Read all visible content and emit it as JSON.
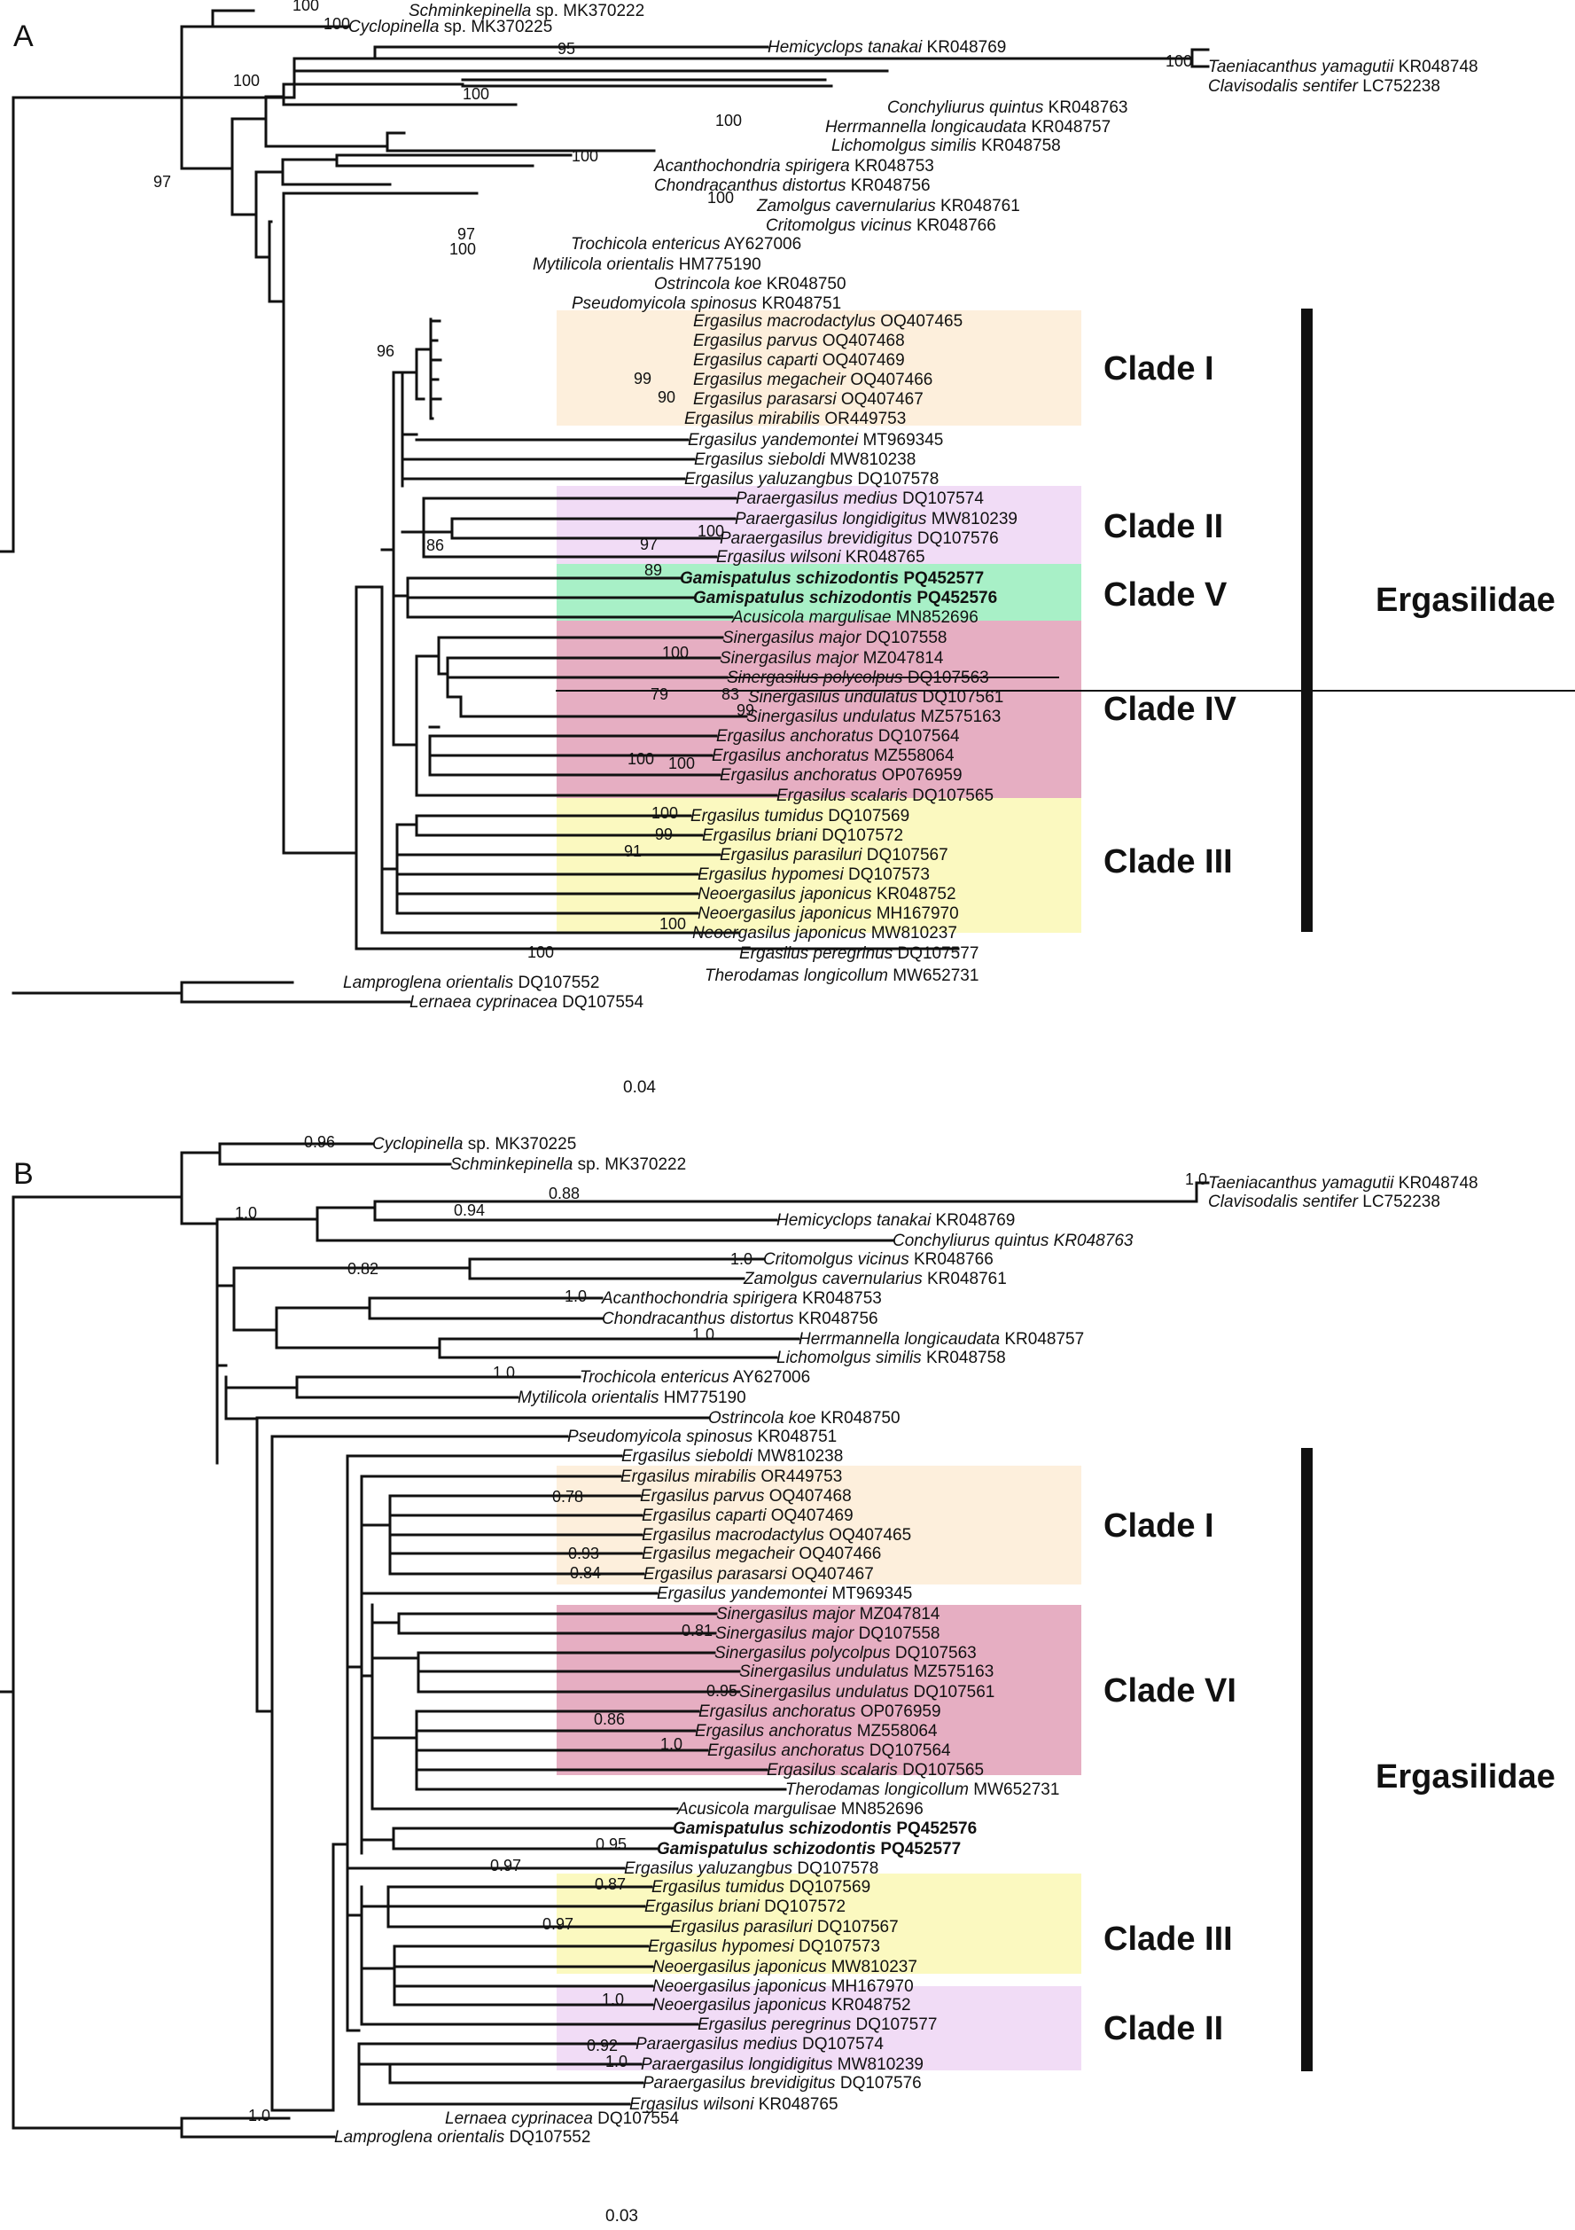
{
  "colors": {
    "cladeI": "#fdefdc",
    "cladeII": "#f1dcf6",
    "cladeV": "#a8f0c7",
    "cladeIV": "#e6aec2",
    "cladeIII": "#fbf9c0"
  },
  "panelA": {
    "label": "A",
    "family": "Ergasilidae",
    "scale": "0.04",
    "clades": [
      {
        "label": "Clade I",
        "color": "#fdefdc"
      },
      {
        "label": "Clade II",
        "color": "#f1dcf6"
      },
      {
        "label": "Clade V",
        "color": "#a8f0c7"
      },
      {
        "label": "Clade IV",
        "color": "#e6aec2"
      },
      {
        "label": "Clade III",
        "color": "#fbf9c0"
      }
    ],
    "taxa": [
      {
        "genus": "Schminkepinella",
        "rest": " sp. MK370222"
      },
      {
        "genus": "Cyclopinella",
        "rest": " sp. MK370225"
      },
      {
        "genus": "Hemicyclops tanakai",
        "rest": " KR048769"
      },
      {
        "genus": "Taeniacanthus yamagutii",
        "rest": " KR048748"
      },
      {
        "genus": "Clavisodalis sentifer",
        "rest": " LC752238"
      },
      {
        "genus": "Conchyliurus quintus",
        "rest": " KR048763"
      },
      {
        "genus": "Herrmannella longicaudata",
        "rest": " KR048757"
      },
      {
        "genus": "Lichomolgus similis",
        "rest": " KR048758"
      },
      {
        "genus": "Acanthochondria spirigera",
        "rest": " KR048753"
      },
      {
        "genus": "Chondracanthus distortus",
        "rest": " KR048756"
      },
      {
        "genus": "Zamolgus cavernularius",
        "rest": " KR048761"
      },
      {
        "genus": "Critomolgus vicinus",
        "rest": " KR048766"
      },
      {
        "genus": "Trochicola entericus",
        "rest": " AY627006"
      },
      {
        "genus": "Mytilicola orientalis",
        "rest": " HM775190"
      },
      {
        "genus": "Ostrincola koe",
        "rest": " KR048750"
      },
      {
        "genus": "Pseudomyicola spinosus",
        "rest": " KR048751"
      },
      {
        "genus": "Ergasilus macrodactylus",
        "rest": " OQ407465"
      },
      {
        "genus": "Ergasilus parvus",
        "rest": " OQ407468"
      },
      {
        "genus": "Ergasilus caparti",
        "rest": " OQ407469"
      },
      {
        "genus": "Ergasilus megacheir",
        "rest": " OQ407466"
      },
      {
        "genus": "Ergasilus parasarsi",
        "rest": " OQ407467"
      },
      {
        "genus": "Ergasilus mirabilis",
        "rest": " OR449753"
      },
      {
        "genus": "Ergasilus yandemontei",
        "rest": " MT969345"
      },
      {
        "genus": "Ergasilus sieboldi",
        "rest": " MW810238"
      },
      {
        "genus": "Ergasilus yaluzangbus",
        "rest": " DQ107578"
      },
      {
        "genus": "Paraergasilus medius",
        "rest": " DQ107574"
      },
      {
        "genus": "Paraergasilus longidigitus",
        "rest": " MW810239"
      },
      {
        "genus": "Paraergasilus brevidigitus",
        "rest": " DQ107576"
      },
      {
        "genus": "Ergasilus wilsoni",
        "rest": " KR048765"
      },
      {
        "genus": "Gamispatulus schizodontis",
        "rest": " PQ452577",
        "bold": true
      },
      {
        "genus": "Gamispatulus schizodontis",
        "rest": " PQ452576",
        "bold": true
      },
      {
        "genus": "Acusicola margulisae",
        "rest": " MN852696"
      },
      {
        "genus": "Sinergasilus major",
        "rest": " DQ107558"
      },
      {
        "genus": "Sinergasilus major",
        "rest": " MZ047814"
      },
      {
        "genus": "Sinergasilus polycolpus",
        "rest": " DQ107563"
      },
      {
        "genus": "Sinergasilus undulatus",
        "rest": " DQ107561"
      },
      {
        "genus": "Sinergasilus undulatus",
        "rest": " MZ575163"
      },
      {
        "genus": "Ergasilus anchoratus",
        "rest": " DQ107564"
      },
      {
        "genus": "Ergasilus anchoratus",
        "rest": " MZ558064"
      },
      {
        "genus": "Ergasilus anchoratus",
        "rest": " OP076959"
      },
      {
        "genus": "Ergasilus scalaris",
        "rest": " DQ107565"
      },
      {
        "genus": "Ergasilus tumidus",
        "rest": " DQ107569"
      },
      {
        "genus": "Ergasilus briani",
        "rest": " DQ107572"
      },
      {
        "genus": "Ergasilus parasiluri",
        "rest": " DQ107567"
      },
      {
        "genus": "Ergasilus hypomesi",
        "rest": " DQ107573"
      },
      {
        "genus": "Neoergasilus japonicus",
        "rest": " KR048752"
      },
      {
        "genus": "Neoergasilus japonicus",
        "rest": " MH167970"
      },
      {
        "genus": "Neoergasilus japonicus",
        "rest": " MW810237"
      },
      {
        "genus": "Ergasilus peregrinus",
        "rest": " DQ107577"
      },
      {
        "genus": "Therodamas longicollum",
        "rest": " MW652731"
      },
      {
        "genus": "Lamproglena orientalis",
        "rest": " DQ107552"
      },
      {
        "genus": "Lernaea cyprinacea",
        "rest": " DQ107554"
      }
    ],
    "support": [
      "100",
      "100",
      "95",
      "100",
      "100",
      "100",
      "100",
      "97",
      "100",
      "100",
      "97",
      "100",
      "96",
      "86",
      "100",
      "99",
      "90",
      "97",
      "100",
      "89",
      "100",
      "79",
      "83",
      "99",
      "100",
      "100",
      "100",
      "99",
      "91",
      "100",
      "100",
      "100"
    ]
  },
  "panelB": {
    "label": "B",
    "family": "Ergasilidae",
    "scale": "0.03",
    "clades": [
      {
        "label": "Clade I",
        "color": "#fdefdc"
      },
      {
        "label": "Clade VI",
        "color": "#e6aec2"
      },
      {
        "label": "Clade III",
        "color": "#fbf9c0"
      },
      {
        "label": "Clade II",
        "color": "#f1dcf6"
      }
    ],
    "taxa": [
      {
        "genus": "Cyclopinella",
        "rest": " sp. MK370225"
      },
      {
        "genus": "Schminkepinella",
        "rest": " sp. MK370222"
      },
      {
        "genus": "Taeniacanthus yamagutii",
        "rest": " KR048748"
      },
      {
        "genus": "Clavisodalis sentifer",
        "rest": " LC752238"
      },
      {
        "genus": "Hemicyclops tanakai",
        "rest": " KR048769"
      },
      {
        "genus": "Conchyliurus quintus",
        "rest": " KR048763",
        "allItalic": true
      },
      {
        "genus": "Critomolgus vicinus",
        "rest": " KR048766"
      },
      {
        "genus": "Zamolgus cavernularius",
        "rest": " KR048761"
      },
      {
        "genus": "Acanthochondria spirigera",
        "rest": " KR048753"
      },
      {
        "genus": "Chondracanthus distortus",
        "rest": " KR048756"
      },
      {
        "genus": "Herrmannella longicaudata",
        "rest": " KR048757"
      },
      {
        "genus": "Lichomolgus similis",
        "rest": " KR048758"
      },
      {
        "genus": "Trochicola entericus",
        "rest": " AY627006"
      },
      {
        "genus": "Mytilicola orientalis",
        "rest": " HM775190"
      },
      {
        "genus": "Ostrincola koe",
        "rest": " KR048750"
      },
      {
        "genus": "Pseudomyicola spinosus",
        "rest": " KR048751"
      },
      {
        "genus": "Ergasilus sieboldi",
        "rest": " MW810238"
      },
      {
        "genus": "Ergasilus mirabilis",
        "rest": " OR449753"
      },
      {
        "genus": "Ergasilus parvus",
        "rest": " OQ407468"
      },
      {
        "genus": "Ergasilus caparti",
        "rest": " OQ407469"
      },
      {
        "genus": "Ergasilus macrodactylus",
        "rest": " OQ407465"
      },
      {
        "genus": "Ergasilus megacheir",
        "rest": " OQ407466"
      },
      {
        "genus": "Ergasilus parasarsi",
        "rest": " OQ407467"
      },
      {
        "genus": "Ergasilus yandemontei",
        "rest": " MT969345"
      },
      {
        "genus": "Sinergasilus major",
        "rest": " MZ047814"
      },
      {
        "genus": "Sinergasilus major",
        "rest": " DQ107558"
      },
      {
        "genus": "Sinergasilus polycolpus",
        "rest": " DQ107563"
      },
      {
        "genus": "Sinergasilus undulatus",
        "rest": " MZ575163"
      },
      {
        "genus": "Sinergasilus undulatus",
        "rest": " DQ107561"
      },
      {
        "genus": "Ergasilus anchoratus",
        "rest": " OP076959"
      },
      {
        "genus": "Ergasilus anchoratus",
        "rest": " MZ558064"
      },
      {
        "genus": "Ergasilus anchoratus",
        "rest": " DQ107564"
      },
      {
        "genus": "Ergasilus scalaris",
        "rest": " DQ107565"
      },
      {
        "genus": "Therodamas longicollum",
        "rest": " MW652731"
      },
      {
        "genus": "Acusicola margulisae",
        "rest": " MN852696"
      },
      {
        "genus": "Gamispatulus schizodontis",
        "rest": " PQ452576",
        "bold": true
      },
      {
        "genus": "Gamispatulus schizodontis",
        "rest": " PQ452577",
        "bold": true
      },
      {
        "genus": "Ergasilus yaluzangbus",
        "rest": " DQ107578"
      },
      {
        "genus": "Ergasilus tumidus",
        "rest": " DQ107569"
      },
      {
        "genus": "Ergasilus briani",
        "rest": " DQ107572"
      },
      {
        "genus": "Ergasilus parasiluri",
        "rest": " DQ107567"
      },
      {
        "genus": "Ergasilus hypomesi",
        "rest": " DQ107573"
      },
      {
        "genus": "Neoergasilus japonicus",
        "rest": " MW810237"
      },
      {
        "genus": "Neoergasilus japonicus",
        "rest": " MH167970"
      },
      {
        "genus": "Neoergasilus japonicus",
        "rest": " KR048752"
      },
      {
        "genus": "Ergasilus peregrinus",
        "rest": " DQ107577"
      },
      {
        "genus": "Paraergasilus medius",
        "rest": " DQ107574"
      },
      {
        "genus": "Paraergasilus longidigitus",
        "rest": " MW810239"
      },
      {
        "genus": "Paraergasilus brevidigitus",
        "rest": " DQ107576"
      },
      {
        "genus": "Ergasilus wilsoni",
        "rest": " KR048765"
      },
      {
        "genus": "Lernaea cyprinacea",
        "rest": " DQ107554"
      },
      {
        "genus": "Lamproglena orientalis",
        "rest": " DQ107552"
      }
    ],
    "support": [
      "0.96",
      "1.0",
      "1.0",
      "0.94",
      "0.88",
      "1.0",
      "0.82",
      "1.0",
      "1.0",
      "1.0",
      "0.78",
      "0.93",
      "0.84",
      "0.81",
      "0.95",
      "0.86",
      "1.0",
      "0.97",
      "0.95",
      "0.87",
      "0.97",
      "1.0",
      "0.92",
      "1.0",
      "1.0"
    ]
  }
}
